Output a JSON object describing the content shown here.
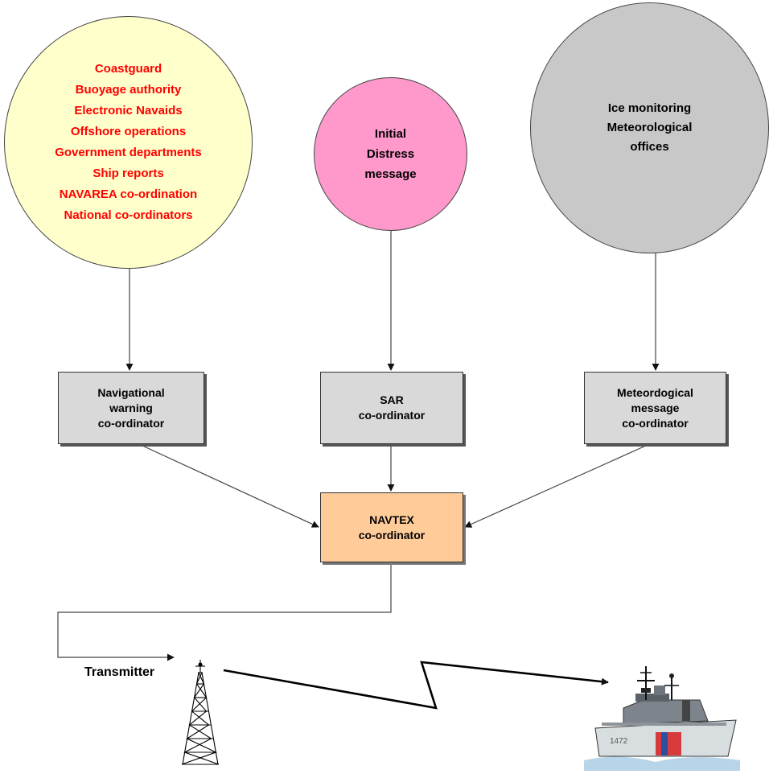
{
  "sources_circle": {
    "lines": [
      "Coastguard",
      "Buoyage authority",
      "Electronic Navaids",
      "Offshore operations",
      "Government departments",
      "Ship reports",
      "NAVAREA co-ordination",
      "National co-ordinators"
    ],
    "color": "#ff0000",
    "fill": "#ffffcc"
  },
  "distress_circle": {
    "lines": [
      "Initial",
      "Distress",
      "message"
    ],
    "fill": "#ff99cc"
  },
  "met_circle": {
    "lines": [
      "Ice monitoring",
      "Meteorological",
      "offices"
    ],
    "fill": "#c8c8c8"
  },
  "nav_box": {
    "lines": [
      "Navigational",
      "warning",
      "co-ordinator"
    ]
  },
  "sar_box": {
    "lines": [
      "SAR",
      "co-ordinator"
    ]
  },
  "met_box": {
    "lines": [
      "Meteordogical",
      "message",
      "co-ordinator"
    ]
  },
  "navtex_box": {
    "lines": [
      "NAVTEX",
      "co-ordinator"
    ],
    "fill": "#ffcc99"
  },
  "transmitter_label": "Transmitter",
  "icons": [
    "transmitter-tower-icon",
    "ship-icon"
  ]
}
